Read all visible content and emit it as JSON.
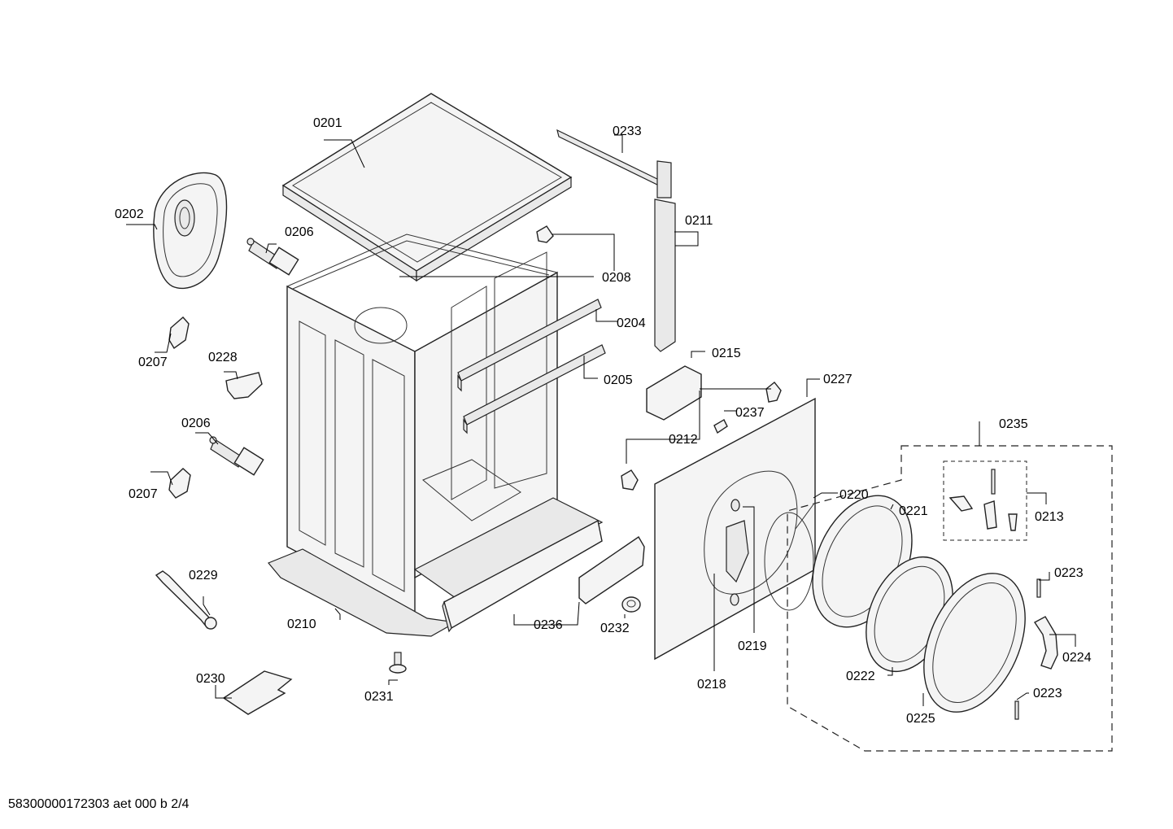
{
  "diagram": {
    "document_id": "58300000172303 aet 000 b 2/4",
    "part_labels": {
      "p0201": "0201",
      "p0202": "0202",
      "p0204": "0204",
      "p0205": "0205",
      "p0206a": "0206",
      "p0206b": "0206",
      "p0207a": "0207",
      "p0207b": "0207",
      "p0208": "0208",
      "p0210": "0210",
      "p0211": "0211",
      "p0212": "0212",
      "p0213": "0213",
      "p0215": "0215",
      "p0218": "0218",
      "p0219": "0219",
      "p0220": "0220",
      "p0221": "0221",
      "p0222": "0222",
      "p0223a": "0223",
      "p0223b": "0223",
      "p0224": "0224",
      "p0225": "0225",
      "p0227": "0227",
      "p0228": "0228",
      "p0229": "0229",
      "p0230": "0230",
      "p0231": "0231",
      "p0232": "0232",
      "p0233": "0233",
      "p0235": "0235",
      "p0236": "0236",
      "p0237": "0237"
    }
  }
}
